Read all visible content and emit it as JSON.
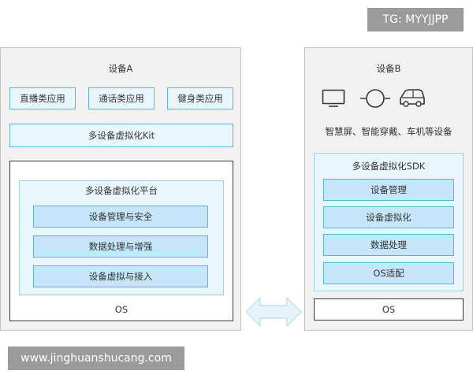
{
  "watermarks": {
    "tg": "TG: MYYJJPP",
    "url": "www.jinghuanshucang.com"
  },
  "device_a": {
    "title": "设备A",
    "apps": [
      "直播类应用",
      "通话类应用",
      "健身类应用"
    ],
    "kit": "多设备虚拟化Kit",
    "platform": {
      "title": "多设备虚拟化平台",
      "items": [
        "设备管理与安全",
        "数据处理与增强",
        "设备虚拟与接入"
      ]
    },
    "os": "OS"
  },
  "device_b": {
    "title": "设备B",
    "icons": [
      "monitor-icon",
      "wearable-icon",
      "car-icon"
    ],
    "device_types": "智慧屏、智能穿戴、车机等设备",
    "sdk": {
      "title": "多设备虚拟化SDK",
      "items": [
        "设备管理",
        "设备虚拟化",
        "数据处理",
        "OS适配"
      ]
    },
    "os": "OS"
  },
  "colors": {
    "panel_bg": "#f2f2f2",
    "accent_blue": "#5bb3e4",
    "light_blue_fill": "#c4e6f8",
    "arrow": "#d6ecf8"
  }
}
